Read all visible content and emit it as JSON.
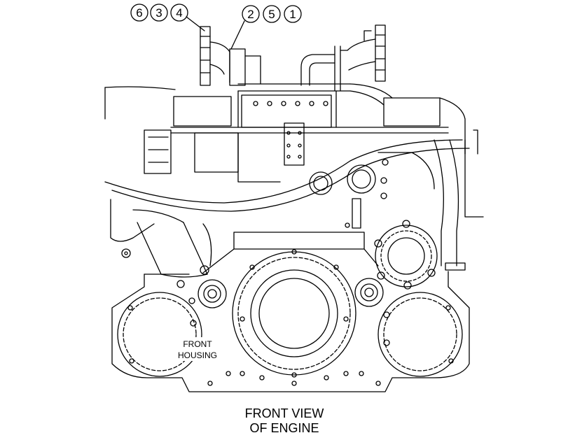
{
  "callouts": {
    "group_left": [
      "6",
      "3",
      "4"
    ],
    "group_right": [
      "2",
      "5",
      "1"
    ]
  },
  "labels": {
    "front_housing_line1": "FRONT",
    "front_housing_line2": "HOUSING",
    "caption_line1": "FRONT VIEW",
    "caption_line2": "OF ENGINE"
  },
  "colors": {
    "ink": "#000000",
    "paper": "#ffffff"
  }
}
